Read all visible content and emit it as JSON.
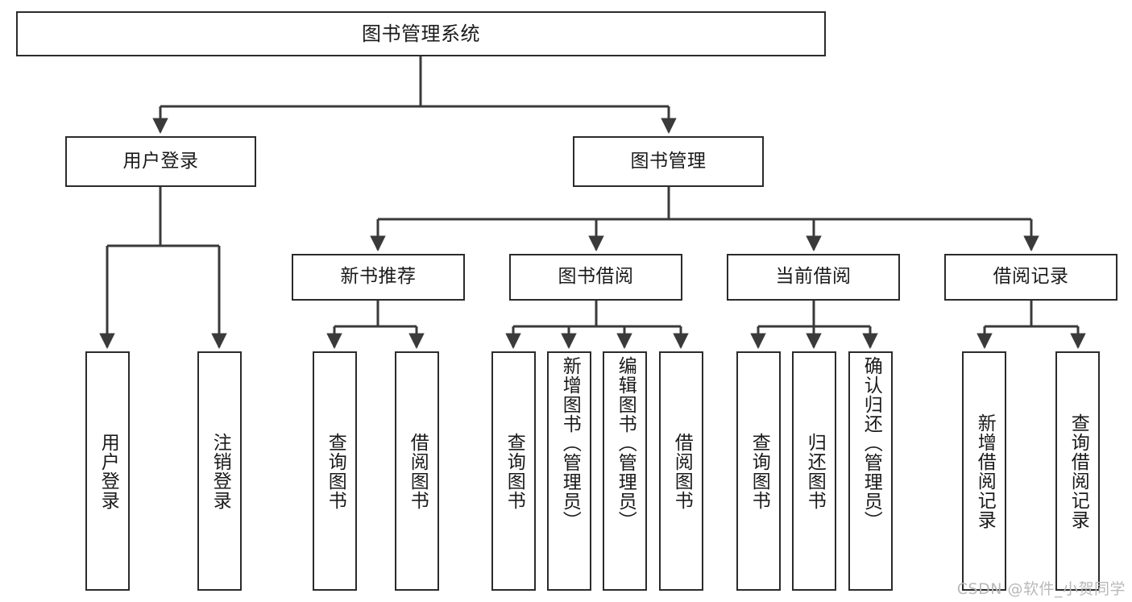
{
  "diagram": {
    "title": "图书管理系统",
    "type": "tree",
    "watermark": "CSDN @软件_小贺同学",
    "colors": {
      "box_border": "#2b2b2b",
      "box_fill": "#ffffff",
      "line": "#3a3a3a",
      "text": "#1a1a1a",
      "watermark": "#b9b9b9",
      "background": "#ffffff"
    },
    "levels": {
      "level1": [
        "图书管理系统"
      ],
      "level2": [
        "用户登录",
        "图书管理"
      ],
      "level3": [
        "新书推荐",
        "图书借阅",
        "当前借阅",
        "借阅记录"
      ],
      "level4": [
        "用户登录",
        "注销登录",
        "查询图书",
        "借阅图书",
        "查询图书",
        "新增图书（管理员）",
        "编辑图书（管理员）",
        "借阅图书",
        "查询图书",
        "归还图书",
        "确认归还（管理员）",
        "新增借阅记录",
        "查询借阅记录"
      ]
    },
    "nodes": {
      "root": {
        "label": "图书管理系统"
      },
      "user_login": {
        "label": "用户登录"
      },
      "book_mgmt": {
        "label": "图书管理"
      },
      "new_book_rec": {
        "label": "新书推荐"
      },
      "book_borrow": {
        "label": "图书借阅"
      },
      "current_borrow": {
        "label": "当前借阅"
      },
      "borrow_record": {
        "label": "借阅记录"
      },
      "leaf_user_login": {
        "label": "用户登录"
      },
      "leaf_logout": {
        "label": "注销登录"
      },
      "leaf_query_book_1": {
        "label": "查询图书"
      },
      "leaf_borrow_book_1": {
        "label": "借阅图书"
      },
      "leaf_query_book_2": {
        "label": "查询图书"
      },
      "leaf_add_book_admin": {
        "label": "新增图书（管理员）"
      },
      "leaf_edit_book_admin": {
        "label": "编辑图书（管理员）"
      },
      "leaf_borrow_book_2": {
        "label": "借阅图书"
      },
      "leaf_query_book_3": {
        "label": "查询图书"
      },
      "leaf_return_book": {
        "label": "归还图书"
      },
      "leaf_confirm_return_admin": {
        "label": "确认归还（管理员）"
      },
      "leaf_add_borrow_record": {
        "label": "新增借阅记录"
      },
      "leaf_query_borrow_record": {
        "label": "查询借阅记录"
      }
    },
    "edges": [
      {
        "from": "root",
        "to": "user_login"
      },
      {
        "from": "root",
        "to": "book_mgmt"
      },
      {
        "from": "user_login",
        "to": "leaf_user_login"
      },
      {
        "from": "user_login",
        "to": "leaf_logout"
      },
      {
        "from": "book_mgmt",
        "to": "new_book_rec"
      },
      {
        "from": "book_mgmt",
        "to": "book_borrow"
      },
      {
        "from": "book_mgmt",
        "to": "current_borrow"
      },
      {
        "from": "book_mgmt",
        "to": "borrow_record"
      },
      {
        "from": "new_book_rec",
        "to": "leaf_query_book_1"
      },
      {
        "from": "new_book_rec",
        "to": "leaf_borrow_book_1"
      },
      {
        "from": "book_borrow",
        "to": "leaf_query_book_2"
      },
      {
        "from": "book_borrow",
        "to": "leaf_add_book_admin"
      },
      {
        "from": "book_borrow",
        "to": "leaf_edit_book_admin"
      },
      {
        "from": "book_borrow",
        "to": "leaf_borrow_book_2"
      },
      {
        "from": "current_borrow",
        "to": "leaf_query_book_3"
      },
      {
        "from": "current_borrow",
        "to": "leaf_return_book"
      },
      {
        "from": "current_borrow",
        "to": "leaf_confirm_return_admin"
      },
      {
        "from": "borrow_record",
        "to": "leaf_add_borrow_record"
      },
      {
        "from": "borrow_record",
        "to": "leaf_query_borrow_record"
      }
    ]
  }
}
